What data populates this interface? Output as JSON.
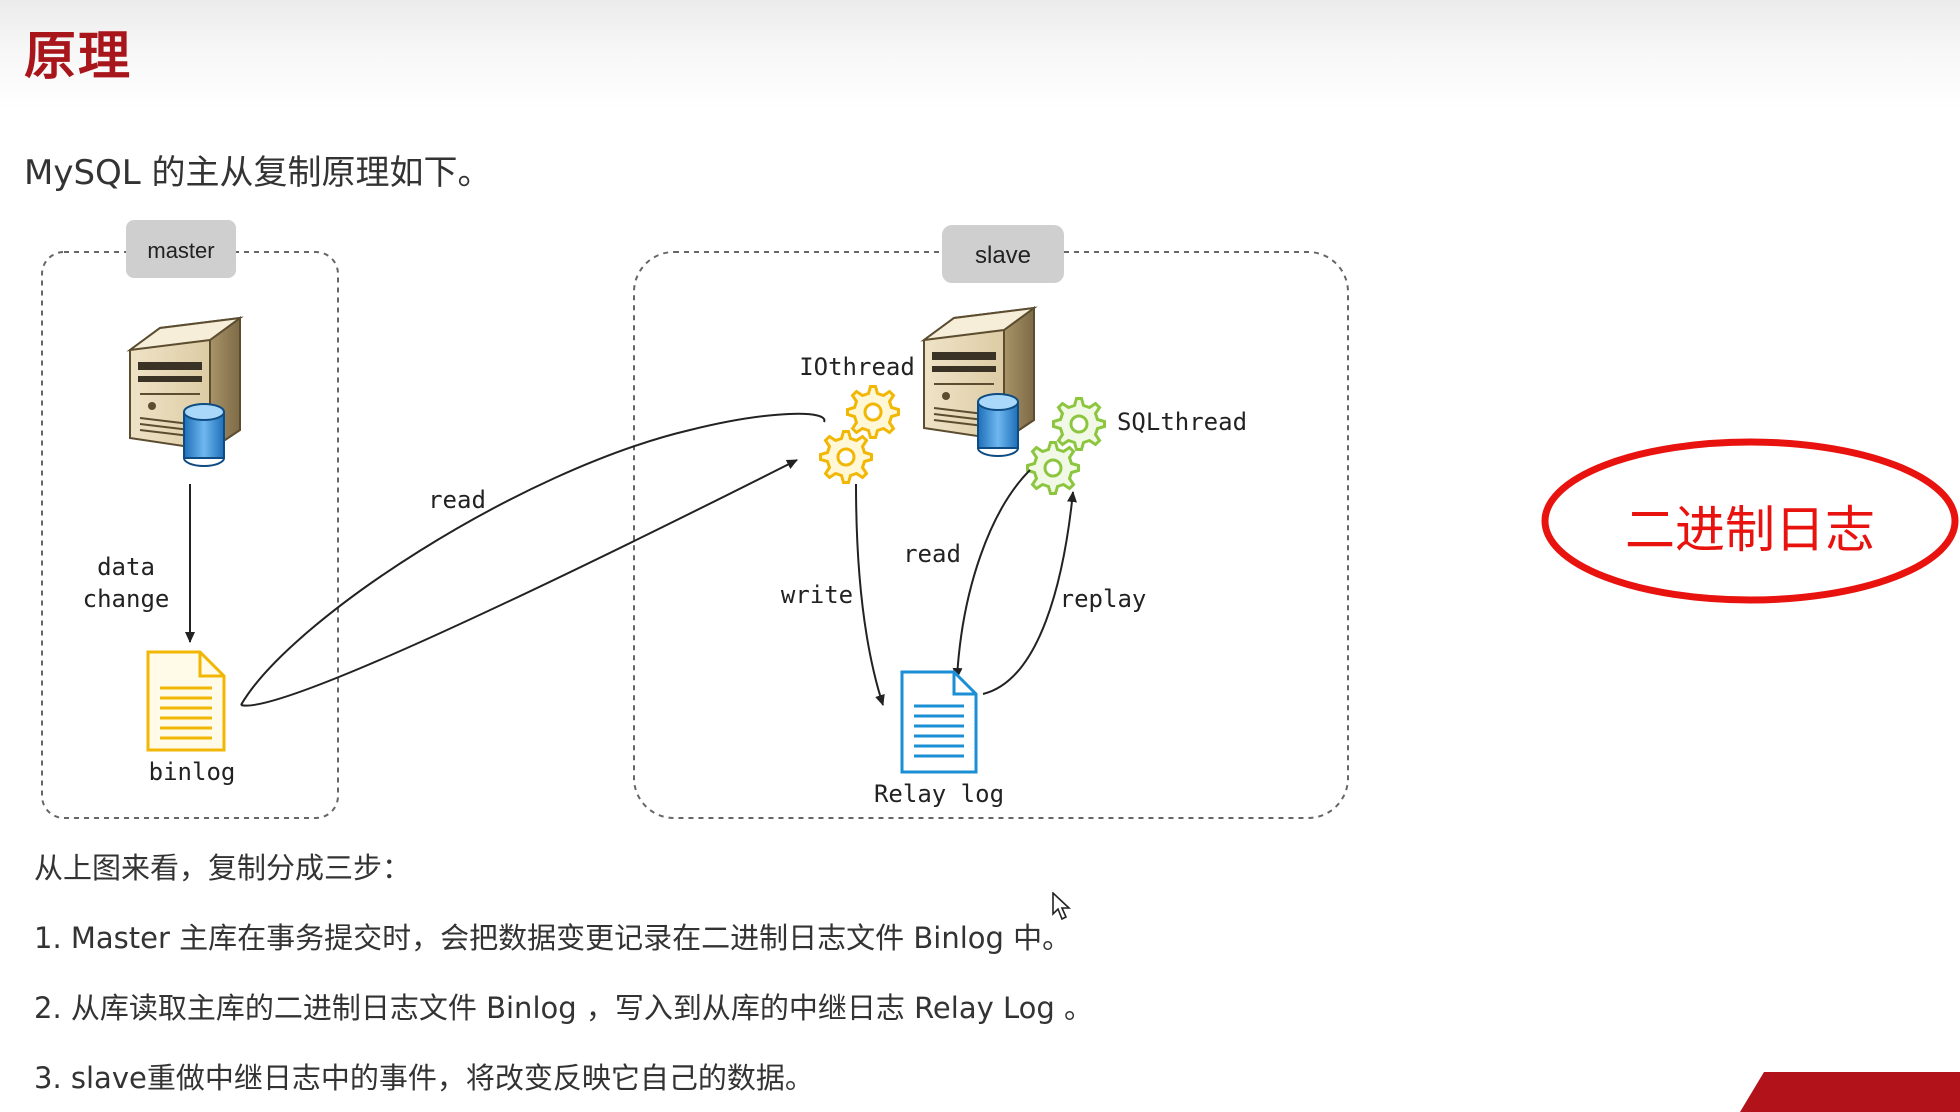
{
  "slide": {
    "title": "原理",
    "intro": "MySQL 的主从复制原理如下。"
  },
  "diagram": {
    "master_group_label": "master",
    "slave_group_label": "slave",
    "data_change_line1": "data",
    "data_change_line2": "change",
    "binlog_label": "binlog",
    "read_label_main": "read",
    "iothread_label": "IOthread",
    "sqlthread_label": "SQLthread",
    "write_label": "write",
    "read_label_relay": "read",
    "replay_label": "replay",
    "relay_log_label": "Relay log"
  },
  "annotation": {
    "text": "二进制日志",
    "color": "#e8130f"
  },
  "steps": {
    "intro": "从上图来看，复制分成三步：",
    "step1": "1.  Master 主库在事务提交时，会把数据变更记录在二进制日志文件 Binlog 中。",
    "step2": "2.  从库读取主库的二进制日志文件 Binlog ，写入到从库的中继日志 Relay Log 。",
    "step3": "3.  slave重做中继日志中的事件，将改变反映它自己的数据。"
  },
  "colors": {
    "title": "#a8161b",
    "binlog_icon": "#f2b705",
    "relay_icon": "#1a8fd6",
    "iothread_gear": "#f2b705",
    "sqlthread_gear": "#8cc63f",
    "brand": "#b2121a"
  }
}
